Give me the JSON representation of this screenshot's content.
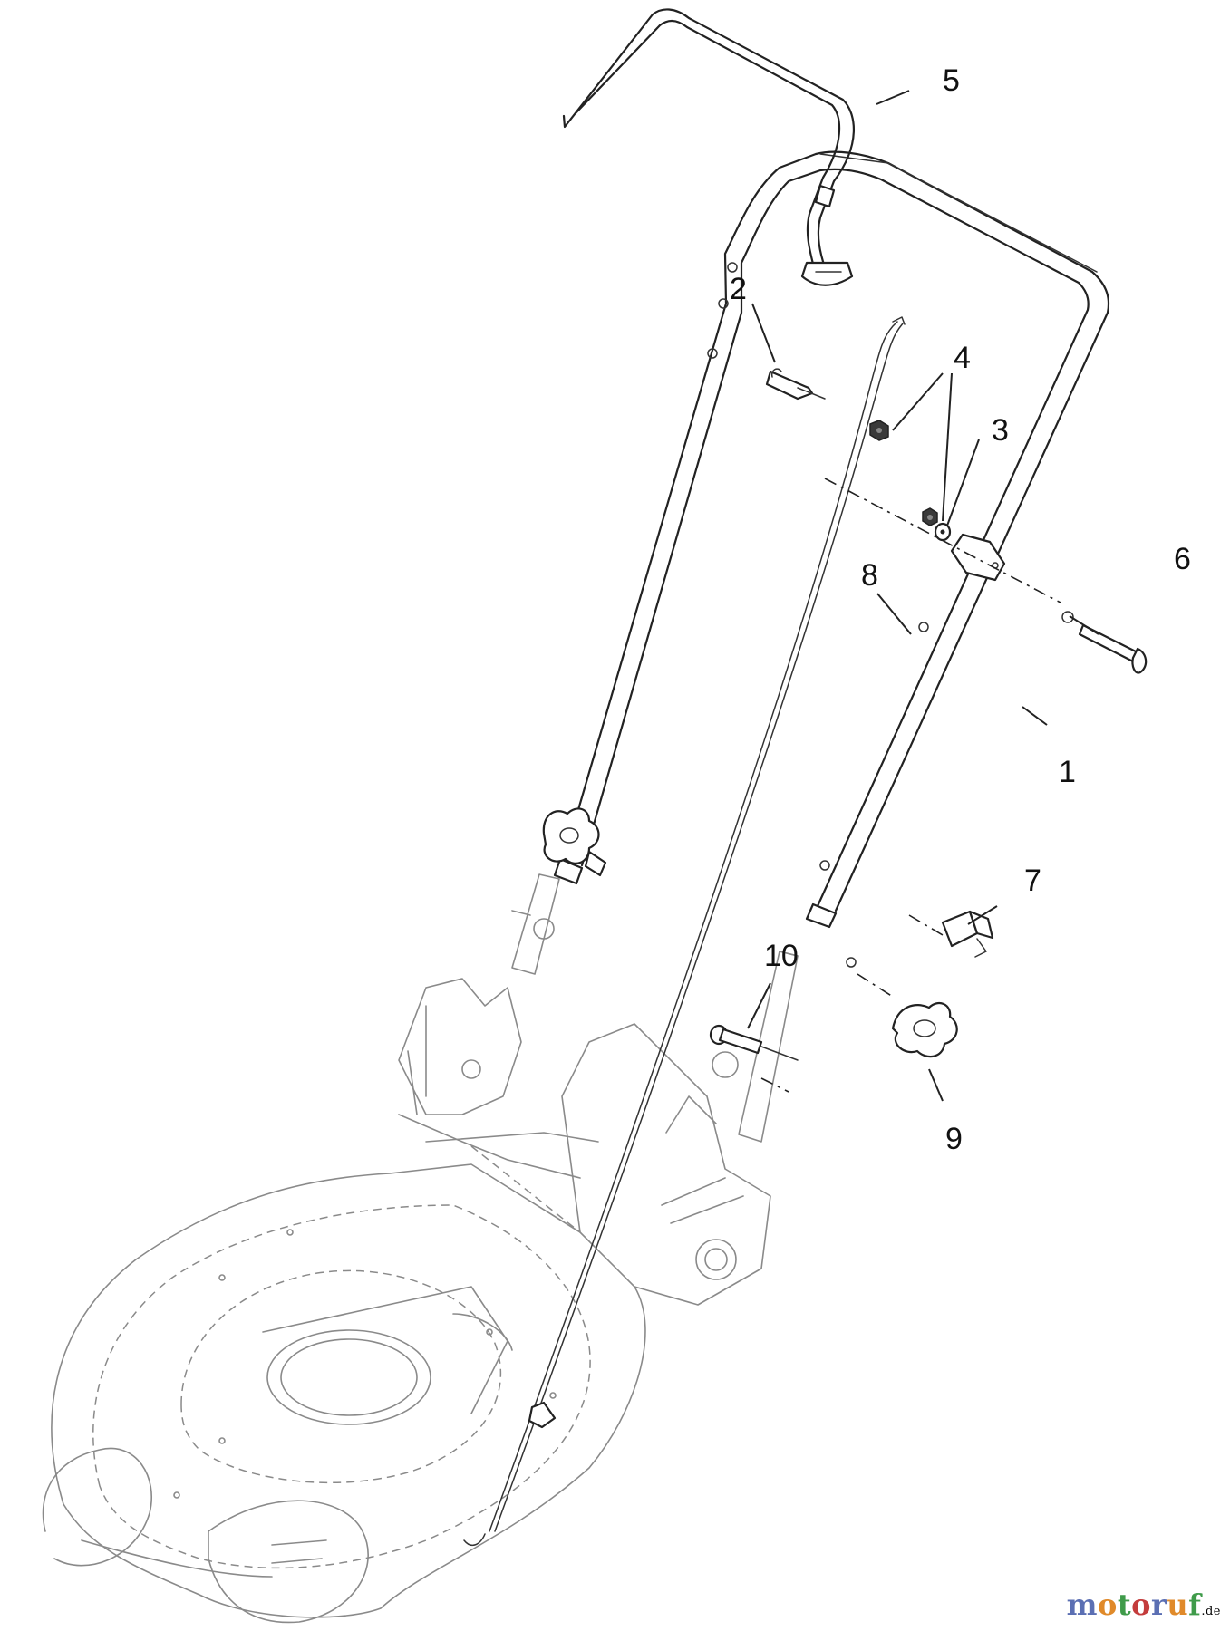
{
  "diagram": {
    "callouts": [
      {
        "id": "c1",
        "label": "1"
      },
      {
        "id": "c2",
        "label": "2"
      },
      {
        "id": "c3",
        "label": "3"
      },
      {
        "id": "c4",
        "label": "4"
      },
      {
        "id": "c5",
        "label": "5"
      },
      {
        "id": "c6",
        "label": "6"
      },
      {
        "id": "c7",
        "label": "7"
      },
      {
        "id": "c8",
        "label": "8"
      },
      {
        "id": "c9",
        "label": "9"
      },
      {
        "id": "c10",
        "label": "10"
      }
    ]
  },
  "watermark": {
    "letters": [
      "m",
      "o",
      "t",
      "o",
      "r",
      "u",
      "f"
    ],
    "colors": [
      "#5b6fb3",
      "#e08a2a",
      "#3f9b4a",
      "#c43c3c",
      "#5b6fb3",
      "#e08a2a",
      "#3f9b4a"
    ],
    "suffix": ".de"
  }
}
